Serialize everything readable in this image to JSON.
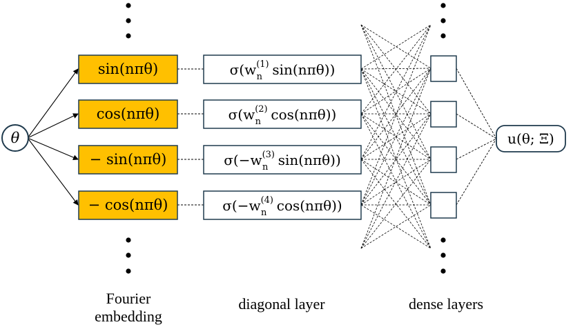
{
  "input_node": {
    "label": "θ"
  },
  "output_node": {
    "label": "u(θ; Ξ)"
  },
  "fourier_boxes": [
    {
      "fn": "sin(nπθ)"
    },
    {
      "fn": "cos(nπθ)"
    },
    {
      "fn": "− sin(nπθ)"
    },
    {
      "fn": "− cos(nπθ)"
    }
  ],
  "diagonal_boxes": [
    {
      "pre": "σ(w",
      "sub": "n",
      "sup": "(1)",
      "post": " sin(nπθ))"
    },
    {
      "pre": "σ(w",
      "sub": "n",
      "sup": "(2)",
      "post": " cos(nπθ))"
    },
    {
      "pre": "σ(−w",
      "sub": "n",
      "sup": "(3)",
      "post": " sin(nπθ))"
    },
    {
      "pre": "σ(−w",
      "sub": "n",
      "sup": "(4)",
      "post": " cos(nπθ))"
    }
  ],
  "captions": {
    "fourier_line1": "Fourier",
    "fourier_line2": "embedding",
    "diagonal": "diagonal layer",
    "dense": "dense layers"
  },
  "colors": {
    "fourier_fill": "#FFC000",
    "diagonal_fill": "#FFFFFF",
    "stroke": "#1F3A4D",
    "edge": "#000000"
  }
}
